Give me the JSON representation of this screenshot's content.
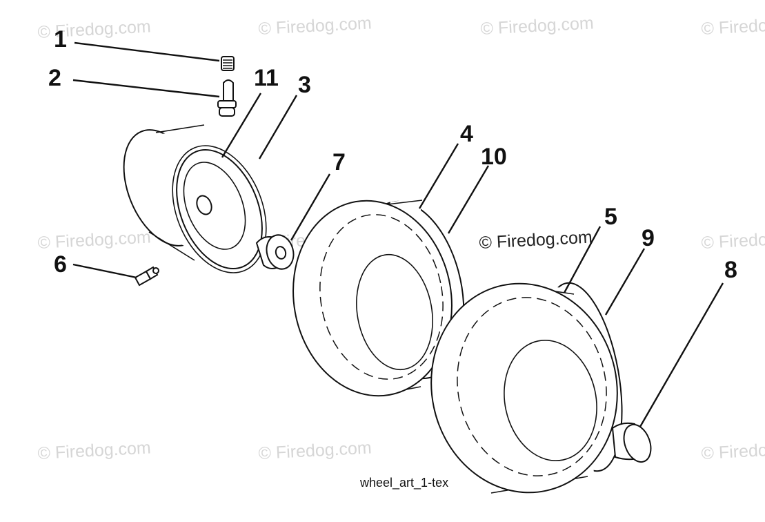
{
  "diagram": {
    "caption": "wheel_art_1-tex",
    "notice": "© Firedog.com",
    "watermark_text": "© Firedog.com",
    "callouts": [
      "1",
      "2",
      "11",
      "3",
      "4",
      "10",
      "7",
      "6",
      "5",
      "9",
      "8"
    ]
  }
}
